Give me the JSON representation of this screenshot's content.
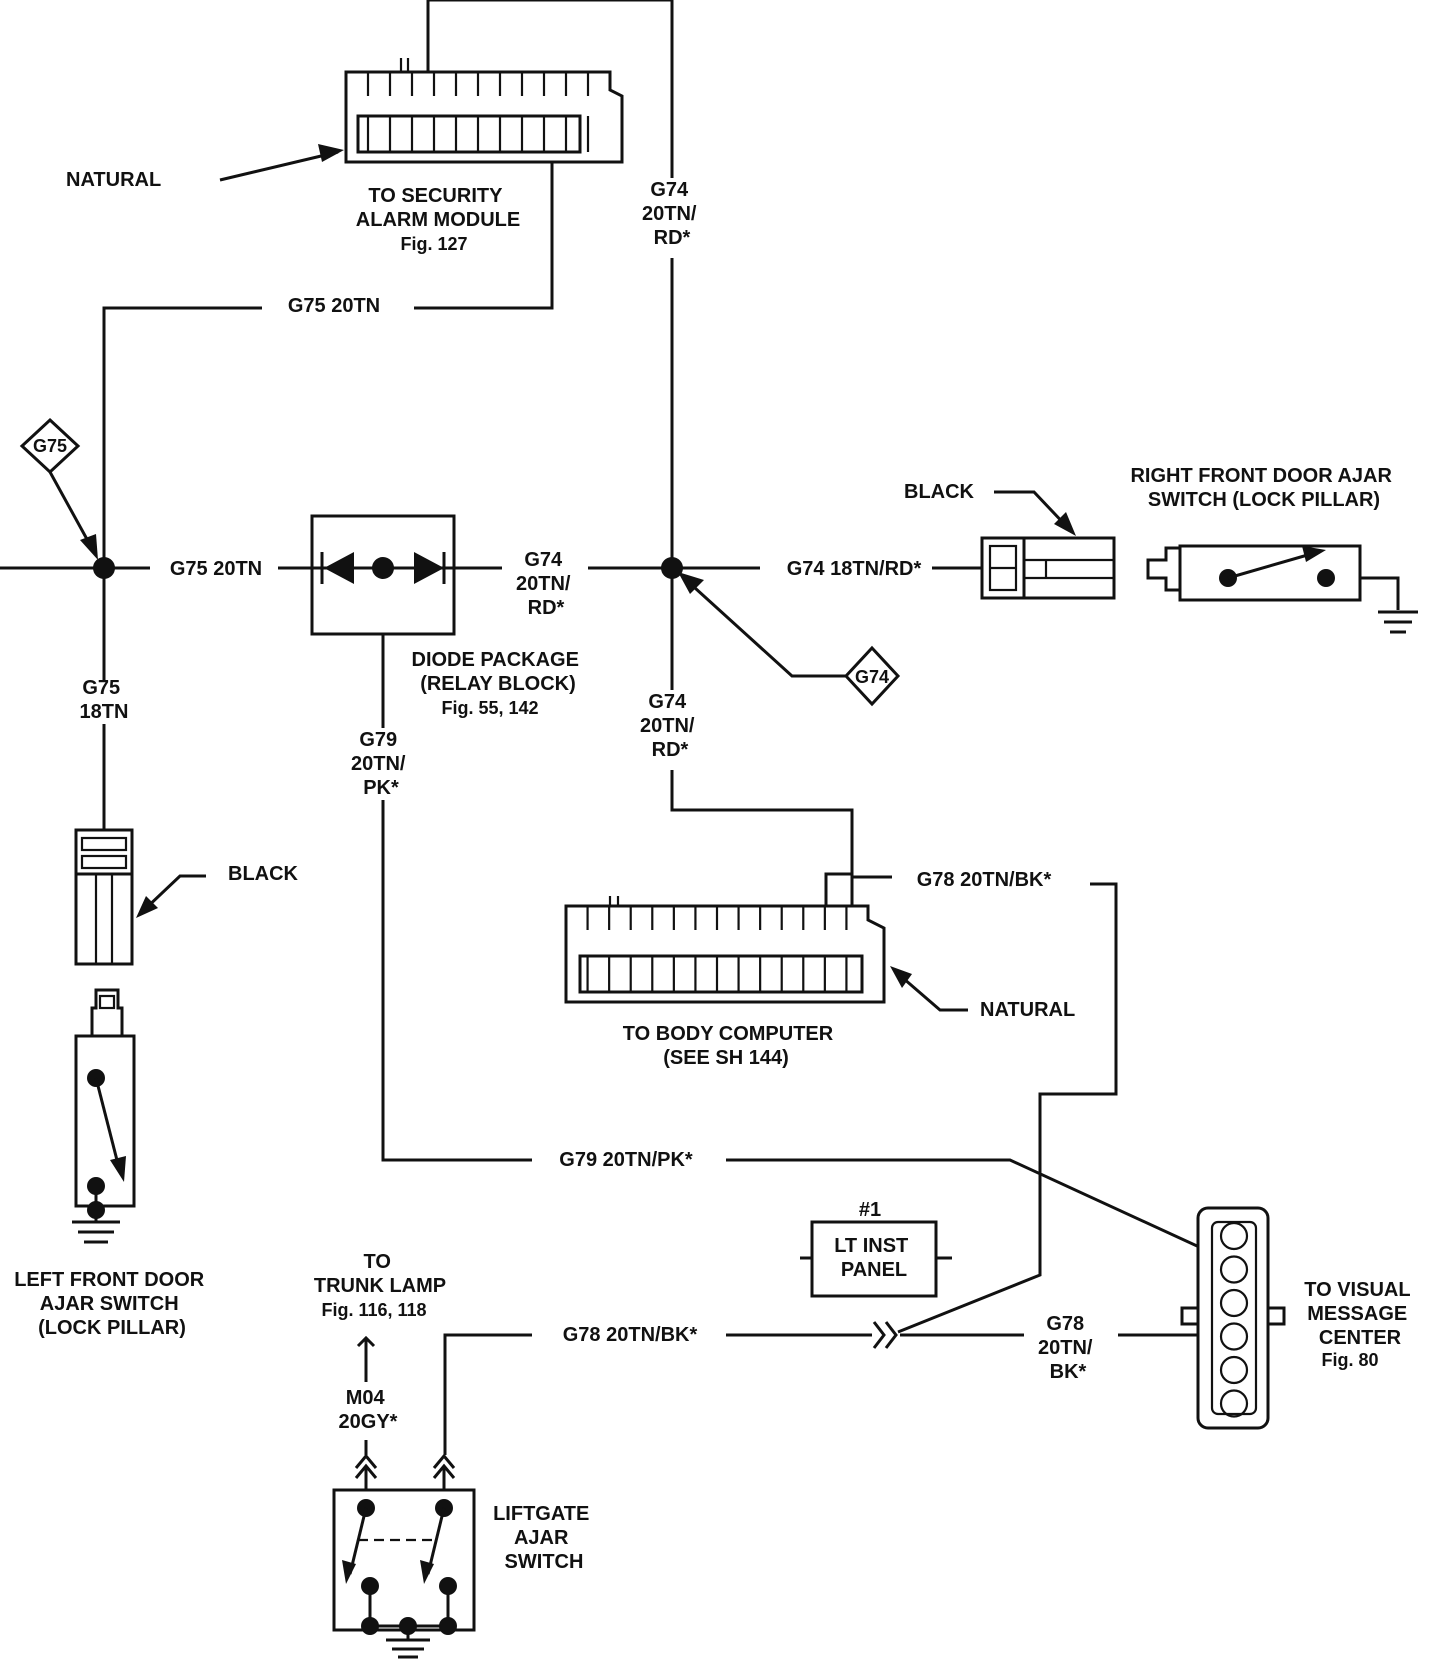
{
  "connectors": {
    "security_alarm": {
      "color_label": "NATURAL",
      "title": [
        "TO SECURITY",
        "ALARM MODULE"
      ],
      "fig": "Fig. 127"
    },
    "body_computer": {
      "color_label": "NATURAL",
      "title": "TO BODY COMPUTER",
      "sheet": "(SEE SH 144)"
    },
    "right_door_connector": {
      "color_label": "BLACK"
    },
    "left_door_connector": {
      "color_label": "BLACK"
    }
  },
  "wires": {
    "g75_top": "G75 20TN",
    "g75_mid": "G75 20TN",
    "g75_down": [
      "G75",
      "18TN"
    ],
    "g74_top": [
      "G74",
      "20TN/",
      "RD*"
    ],
    "g74_mid": [
      "G74",
      "20TN/",
      "RD*"
    ],
    "g74_right": "G74 18TN/RD*",
    "g74_down": [
      "G74",
      "20TN/",
      "RD*"
    ],
    "g79_down": [
      "G79",
      "20TN/",
      "PK*"
    ],
    "g79_horiz": "G79 20TN/PK*",
    "g78_top": "G78 20TN/BK*",
    "g78_bottom": "G78 20TN/BK*",
    "g78_right": [
      "G78",
      "20TN/",
      "BK*"
    ],
    "m04": [
      "M04",
      "20GY*"
    ]
  },
  "splices": {
    "g75": "G75",
    "g74": "G74"
  },
  "components": {
    "diode_package": {
      "title": [
        "DIODE PACKAGE",
        "(RELAY BLOCK)"
      ],
      "fig": "Fig. 55, 142"
    },
    "right_door_switch": {
      "title": [
        "RIGHT FRONT DOOR AJAR",
        "SWITCH  (LOCK PILLAR)"
      ]
    },
    "left_door_switch": {
      "title": [
        "LEFT FRONT DOOR",
        "AJAR SWITCH",
        "(LOCK PILLAR)"
      ]
    },
    "trunk_lamp": {
      "title": [
        "TO",
        "TRUNK LAMP"
      ],
      "fig": "Fig. 116, 118"
    },
    "liftgate_switch": {
      "title": [
        "LIFTGATE",
        "AJAR",
        "SWITCH"
      ]
    },
    "lt_inst_panel": {
      "ref": "#1",
      "title": [
        "LT INST",
        "PANEL"
      ]
    },
    "visual_message_center": {
      "title": [
        "TO VISUAL",
        "MESSAGE",
        "CENTER"
      ],
      "fig": "Fig. 80"
    }
  }
}
